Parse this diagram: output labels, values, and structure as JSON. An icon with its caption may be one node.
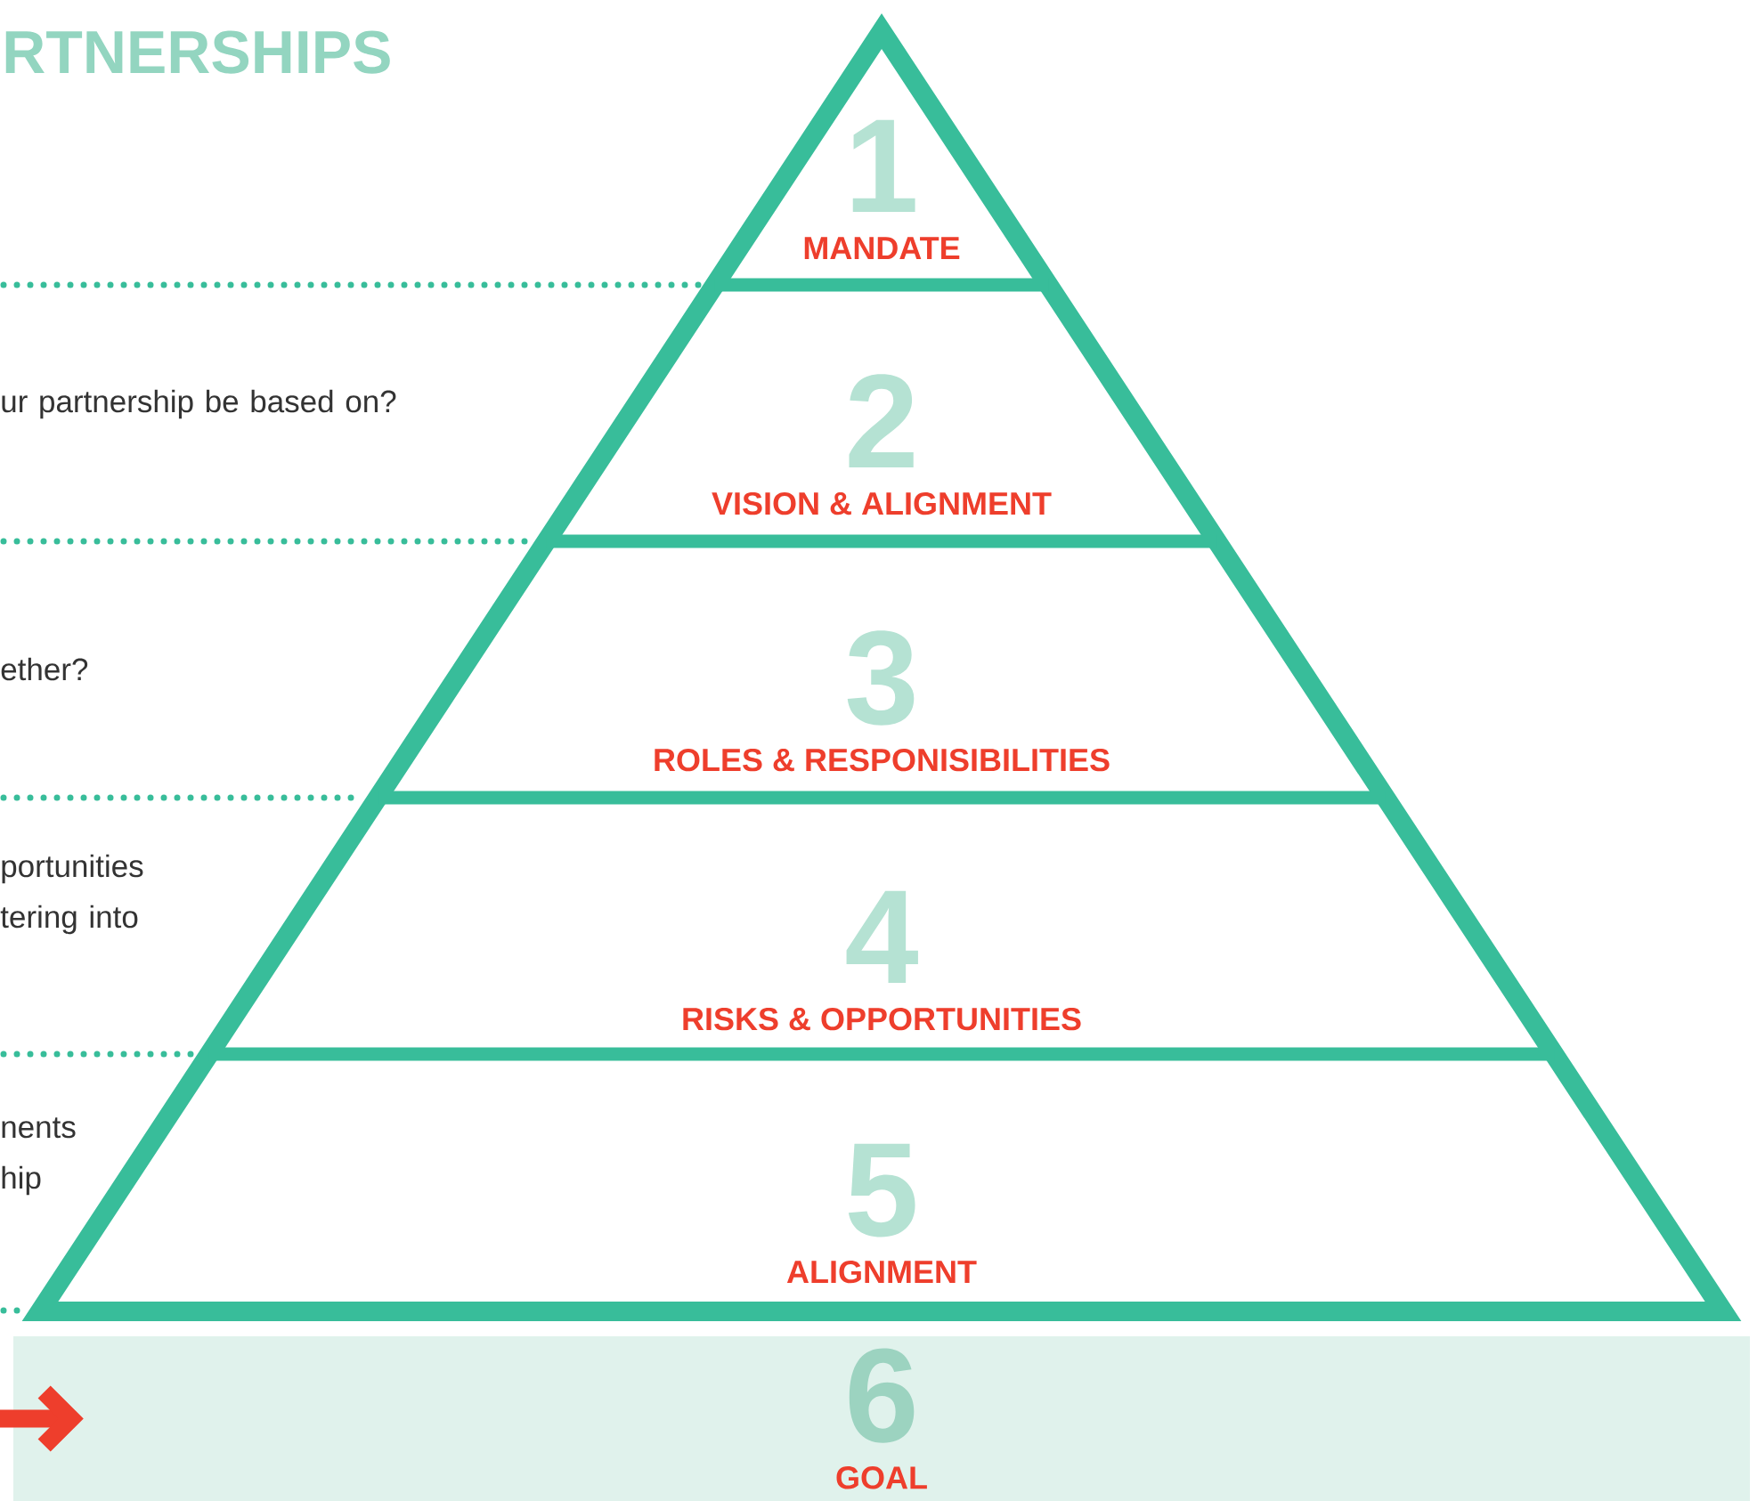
{
  "diagram": {
    "title": "RTNERSHIPS",
    "nodes": [
      {
        "text": [
          "1",
          "MANDATE"
        ]
      },
      {
        "text": [
          "2",
          "VISION & ALIGNMENT"
        ]
      },
      {
        "text": [
          "3",
          "ROLES & RESPONISIBILITIES"
        ]
      },
      {
        "text": [
          "4",
          "RISKS & OPPORTUNITIES"
        ]
      },
      {
        "text": [
          "5",
          "ALIGNMENT"
        ]
      },
      {
        "text": [
          "6",
          "GOAL"
        ]
      }
    ],
    "edges": [
      {
        "from": null,
        "to": 5,
        "arrow": "to",
        "color": "#ee3e2c"
      }
    ],
    "labels": [
      "ur partnership be based on?",
      "ether?",
      "portunities tering into",
      "nents hip"
    ]
  }
}
